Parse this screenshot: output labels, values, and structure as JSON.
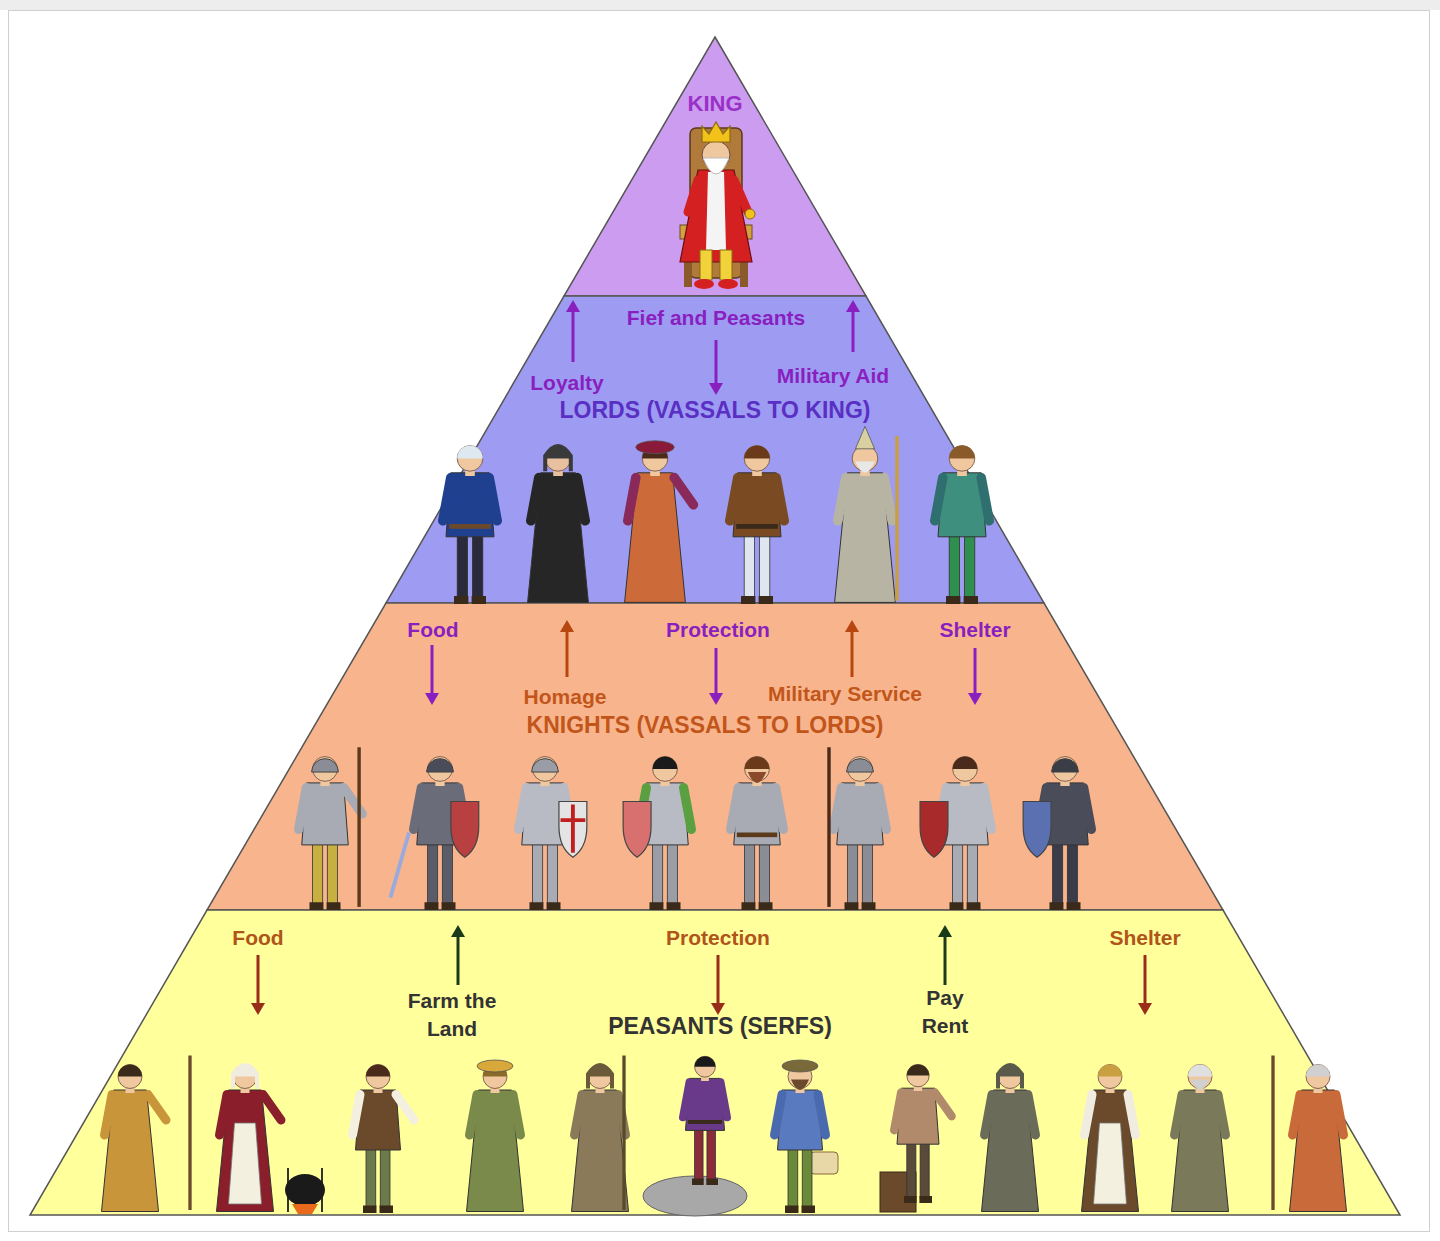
{
  "diagram": {
    "nodes": [
      {
        "text": [
          "KING"
        ]
      },
      {
        "text": [
          "LORDS (VASSALS TO KING)"
        ]
      },
      {
        "text": [
          "KNIGHTS (VASSALS TO LORDS)"
        ]
      },
      {
        "text": [
          "PEASANTS (SERFS)"
        ]
      }
    ],
    "edges": [
      {
        "from": 0,
        "to": 1,
        "label": "Fief and Peasants",
        "arrow": "to"
      },
      {
        "from": 1,
        "to": 0,
        "label": "Loyalty",
        "arrow": "to"
      },
      {
        "from": 1,
        "to": 0,
        "label": "Military Aid",
        "arrow": "to"
      },
      {
        "from": 1,
        "to": 2,
        "label": "Food",
        "arrow": "to"
      },
      {
        "from": 1,
        "to": 2,
        "label": "Protection",
        "arrow": "to"
      },
      {
        "from": 1,
        "to": 2,
        "label": "Shelter",
        "arrow": "to"
      },
      {
        "from": 2,
        "to": 1,
        "label": "Homage",
        "arrow": "to"
      },
      {
        "from": 2,
        "to": 1,
        "label": "Military Service",
        "arrow": "to"
      },
      {
        "from": 2,
        "to": 3,
        "label": "Food",
        "arrow": "to"
      },
      {
        "from": 2,
        "to": 3,
        "label": "Protection",
        "arrow": "to"
      },
      {
        "from": 2,
        "to": 3,
        "label": "Shelter",
        "arrow": "to"
      },
      {
        "from": 3,
        "to": 2,
        "label": "Farm the Land",
        "arrow": "to"
      },
      {
        "from": 3,
        "to": 2,
        "label": "Pay Rent",
        "arrow": "to"
      }
    ]
  }
}
